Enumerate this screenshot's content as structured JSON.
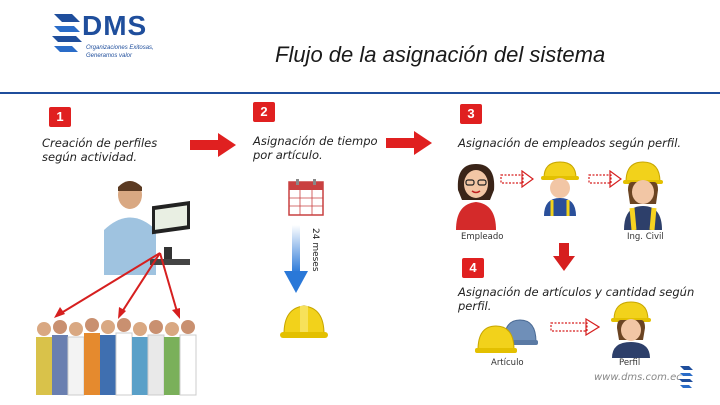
{
  "header": {
    "logo_name": "DMS",
    "logo_tagline_1": "Organizaciones Exitosas,",
    "logo_tagline_2": "Generamos valor",
    "title": "Flujo de la asignación del sistema"
  },
  "steps": [
    {
      "number": "1",
      "text_1": "Creación de perfiles",
      "text_2": "según actividad."
    },
    {
      "number": "2",
      "text_1": "Asignación de tiempo",
      "text_2": "por artículo."
    },
    {
      "number": "3",
      "text_1": "Asignación de empleados según perfil."
    },
    {
      "number": "4",
      "text_1": "Asignación de artículos y cantidad según",
      "text_2": "perfil."
    }
  ],
  "labels": {
    "days": "24 meses",
    "empleado": "Empleado",
    "ing_civil": "Ing. Civil",
    "articulo": "Artículo",
    "perfil": "Perfil"
  },
  "footer": {
    "url": "www.dms.com.ec"
  },
  "colors": {
    "accent": "#e02020",
    "brand": "#1f4e9c",
    "helmet": "#f2d21b",
    "arrow_blue": "#2a78d8"
  }
}
